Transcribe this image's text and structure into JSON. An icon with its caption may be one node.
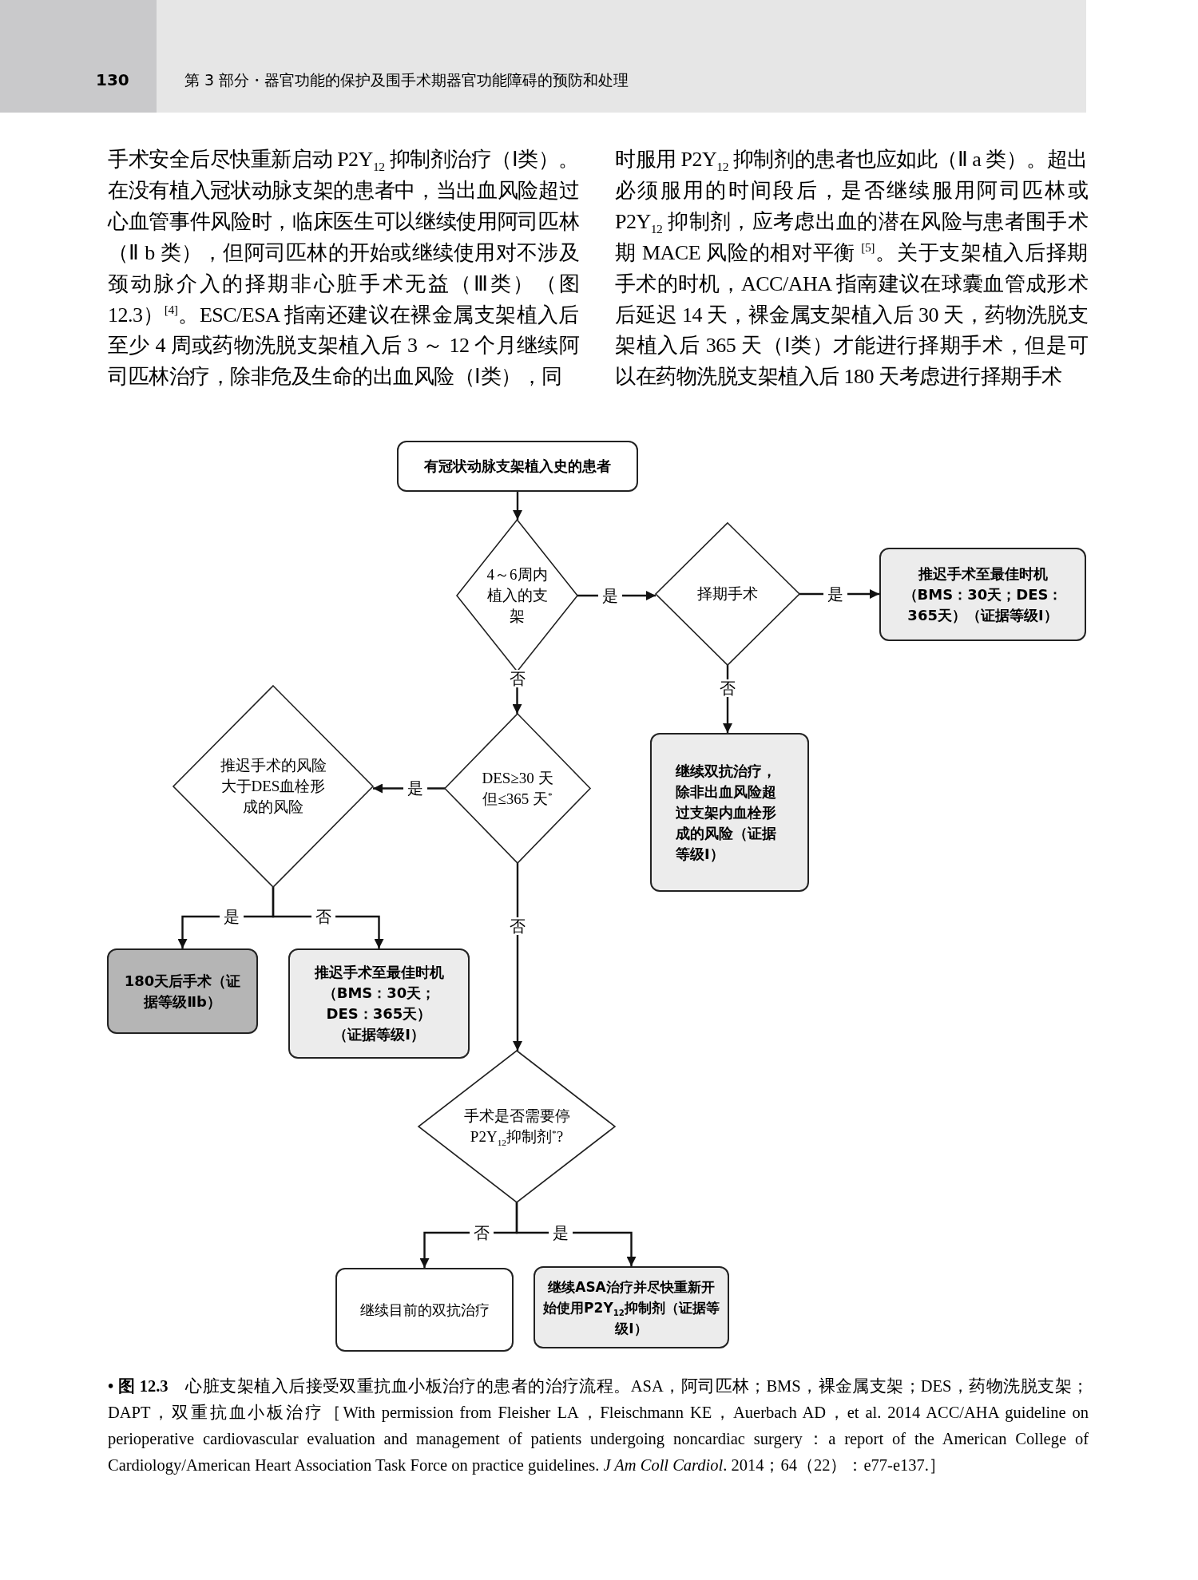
{
  "diagram": {
    "caption": "**• 图 12.3**　心脏支架植入后接受双重抗血小板治疗的患者的治疗流程。ASA，阿司匹林；BMS，裸金属支架；DES，药物洗脱支架；DAPT，双重抗血小板治疗［With permission from Fleisher LA，Fleischmann KE，Auerbach AD，et al. 2014 ACC/AHA guideline on perioperative cardiovascular evaluation and management of patients undergoing noncardiac surgery：a report of the American College of Cardiology/American Heart Association Task Force on practice guidelines. *J Am Coll Cardiol*. 2014；64（22）：e77-e137.］",
    "nodes": [
      {
        "text": [
          "有冠状动脉支架植入史的患者"
        ]
      },
      {
        "text": [
          "4～6周内植入的支架"
        ]
      },
      {
        "text": [
          "择期手术"
        ]
      },
      {
        "text": [
          "推迟手术至最佳时机（BMS：30天；DES：365天）（证据等级Ⅰ）"
        ]
      },
      {
        "text": [
          "DES≥30 天但≤365 天$^{*}$"
        ]
      },
      {
        "text": [
          "继续双抗治疗，除非出血风险超过支架内血栓形成的风险（证据等级Ⅰ）"
        ]
      },
      {
        "text": [
          "推迟手术的风险大于DES血栓形成的风险"
        ]
      },
      {
        "text": [
          "180天后手术（证据等级Ⅱb）"
        ]
      },
      {
        "text": [
          "推迟手术至最佳时机（BMS：30天；DES：365天）（证据等级Ⅰ）"
        ]
      },
      {
        "text": [
          "手术是否需要停P2Y$_{12}$抑制剂$^{*}$?"
        ]
      },
      {
        "text": [
          "继续目前的双抗治疗"
        ]
      },
      {
        "text": [
          "继续ASA治疗并尽快重新开始使用P2Y$_{12}$抑制剂（证据等级Ⅰ）"
        ]
      }
    ],
    "edges": [
      {
        "from": 0,
        "to": 1,
        "arrow": "to"
      },
      {
        "from": 1,
        "to": 2,
        "arrow": "to",
        "label": "是"
      },
      {
        "from": 2,
        "to": 3,
        "arrow": "to",
        "label": "是"
      },
      {
        "from": 1,
        "to": 4,
        "arrow": "to",
        "label": "否"
      },
      {
        "from": 2,
        "to": 5,
        "arrow": "to",
        "label": "否"
      },
      {
        "from": 4,
        "to": 6,
        "arrow": "to",
        "label": "是"
      },
      {
        "from": 6,
        "to": 7,
        "arrow": "to",
        "label": "是"
      },
      {
        "from": 6,
        "to": 8,
        "arrow": "to",
        "label": "否"
      },
      {
        "from": 4,
        "to": 9,
        "arrow": "to",
        "label": "否"
      },
      {
        "from": 9,
        "to": 10,
        "arrow": "to",
        "label": "否"
      },
      {
        "from": 9,
        "to": 11,
        "arrow": "to",
        "label": "是"
      }
    ],
    "labels": [
      "130",
      "第 3 部分・器官功能的保护及围手术期器官功能障碍的预防和处理",
      "手术安全后尽快重新启动 P2Y$_{12}$ 抑制剂治疗（Ⅰ类）。在没有植入冠状动脉支架的患者中，当出血风险超过心血管事件风险时，临床医生可以继续使用阿司匹林（Ⅱ b 类），但阿司匹林的开始或继续使用对不涉及颈动脉介入的择期非心脏手术无益（Ⅲ类）（图 12.3）$^{[4]}$。ESC/ESA 指南还建议在裸金属支架植入后至少 4 周或药物洗脱支架植入后 3 ～ 12 个月继续阿司匹林治疗，除非危及生命的出血风险（Ⅰ类），同",
      "时服用 P2Y$_{12}$ 抑制剂的患者也应如此（Ⅱ a 类）。超出必须服用的时间段后，是否继续服用阿司匹林或 P2Y$_{12}$ 抑制剂，应考虑出血的潜在风险与患者围手术期 MACE 风险的相对平衡 $^{[5]}$。关于支架植入后择期手术的时机，ACC/AHA 指南建议在球囊血管成形术后延迟 14 天，裸金属支架植入后 30 天，药物洗脱支架植入后 365 天（Ⅰ类）才能进行择期手术，但是可以在药物洗脱支架植入后 180 天考虑进行择期手术"
    ]
  }
}
